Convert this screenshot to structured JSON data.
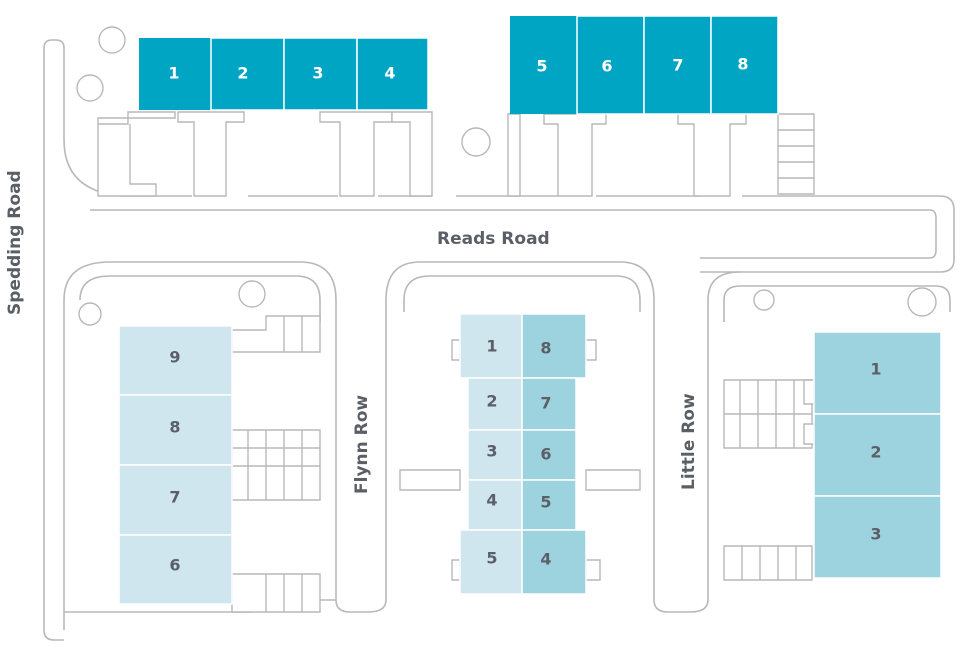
{
  "roads": {
    "spedding": "Spedding Road",
    "reads": "Reads Road",
    "flynn": "Flynn Row",
    "little": "Little Row"
  },
  "colors": {
    "reads_road_plots": "#00a5c3",
    "flynn_row_plots": "#cfe6ee",
    "little_row_west_plots": "#cfe6ee",
    "little_row_east_plots": "#9dd3df",
    "little_row_block_east": "#9dd3df",
    "road_line": "#b8b8b8",
    "label_text": "#5a5f66"
  },
  "plots": {
    "reads_road_west": [
      "1",
      "2",
      "3",
      "4"
    ],
    "reads_road_east": [
      "5",
      "6",
      "7",
      "8"
    ],
    "flynn_row": [
      "9",
      "8",
      "7",
      "6"
    ],
    "centre_west": [
      "1",
      "2",
      "3",
      "4",
      "5"
    ],
    "centre_east": [
      "8",
      "7",
      "6",
      "5",
      "4"
    ],
    "little_row": [
      "1",
      "2",
      "3"
    ]
  }
}
